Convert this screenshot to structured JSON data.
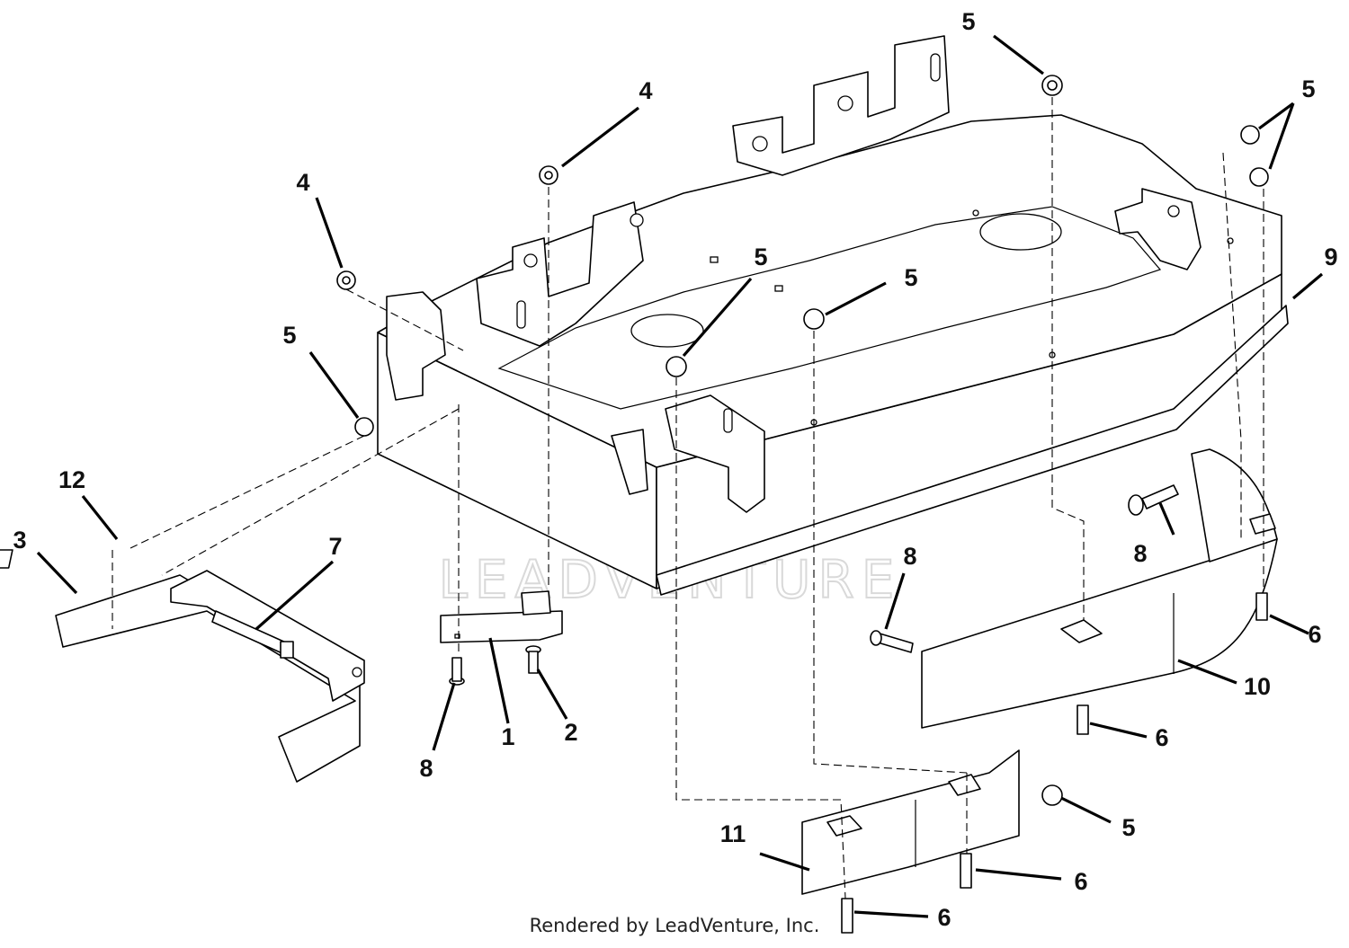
{
  "diagram": {
    "watermark_text": "LEADVENTURE",
    "callouts": {
      "c_5_top": "5",
      "c_4_mid": "4",
      "c_5_right": "5",
      "c_4_left": "4",
      "c_9": "9",
      "c_5_center": "5",
      "c_5_deck": "5",
      "c_5_left": "5",
      "c_12": "12",
      "c_3": "3",
      "c_7": "7",
      "c_8_right": "8",
      "c_8_mid": "8",
      "c_6_right": "6",
      "c_10": "10",
      "c_6_mid": "6",
      "c_1": "1",
      "c_2": "2",
      "c_8_left": "8",
      "c_11": "11",
      "c_5_bottom": "5",
      "c_6_bottom": "6",
      "c_6_lowest": "6"
    }
  },
  "footer": {
    "credit": "Rendered by LeadVenture, Inc."
  }
}
